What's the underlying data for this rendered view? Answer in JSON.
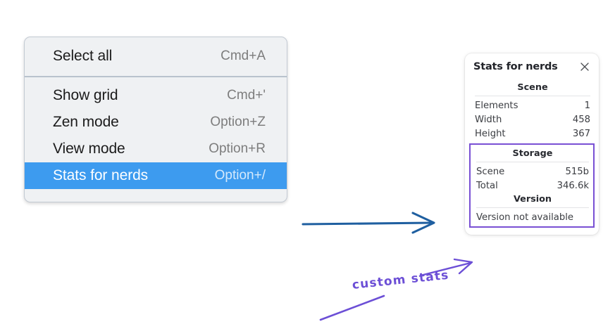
{
  "context_menu": {
    "name": "context-menu",
    "sections": [
      {
        "items": [
          {
            "label": "Select all",
            "shortcut": "Cmd+A",
            "selected": false
          }
        ]
      },
      {
        "items": [
          {
            "label": "Show grid",
            "shortcut": "Cmd+'",
            "selected": false
          },
          {
            "label": "Zen mode",
            "shortcut": "Option+Z",
            "selected": false
          },
          {
            "label": "View mode",
            "shortcut": "Option+R",
            "selected": false
          },
          {
            "label": "Stats for nerds",
            "shortcut": "Option+/",
            "selected": true
          }
        ]
      }
    ]
  },
  "stats_panel": {
    "title": "Stats for nerds",
    "close_icon": "close-icon",
    "groups": [
      {
        "heading": "Scene",
        "custom": false,
        "rows": [
          {
            "key": "Elements",
            "value": "1"
          },
          {
            "key": "Width",
            "value": "458"
          },
          {
            "key": "Height",
            "value": "367"
          }
        ]
      },
      {
        "heading": "Storage",
        "custom": true,
        "rows": [
          {
            "key": "Scene",
            "value": "515b"
          },
          {
            "key": "Total",
            "value": "346.6k"
          }
        ]
      },
      {
        "heading": "Version",
        "custom": true,
        "note": "Version not available",
        "rows": []
      }
    ]
  },
  "annotations": {
    "custom_stats_label": "custom stats",
    "blue_arrow_name": "blue-flow-arrow",
    "purple_arrow_name": "purple-pointer-arrow"
  },
  "colors": {
    "menu_background": "#eff1f3",
    "menu_selected": "#3d9bef",
    "menu_border": "#c3cad3",
    "panel_background": "#ffffff",
    "accent_purple": "#7950d4",
    "annotation_purple": "#6c4fd6",
    "arrow_blue": "#1f5fa0"
  }
}
